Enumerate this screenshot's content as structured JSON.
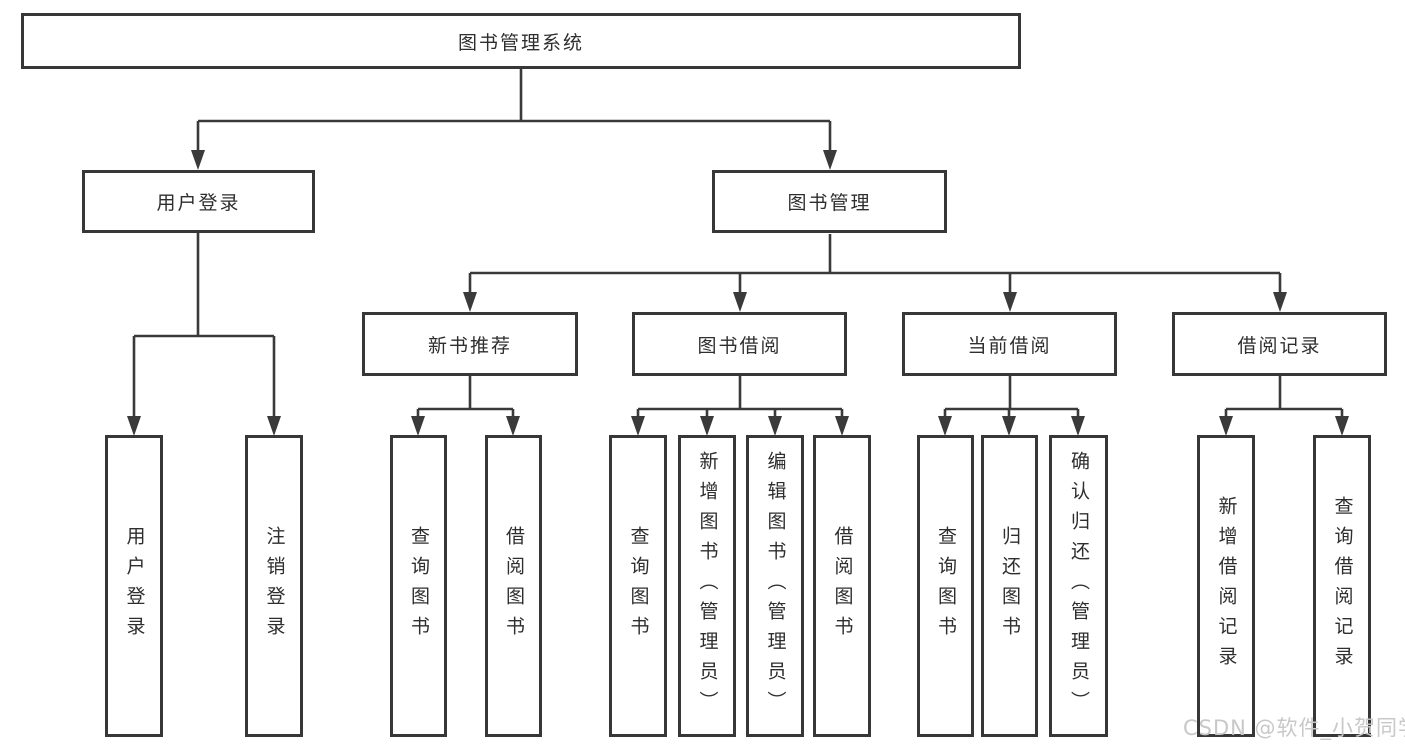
{
  "diagram": {
    "root": {
      "label": "图书管理系统"
    },
    "level2": [
      {
        "label": "用户登录"
      },
      {
        "label": "图书管理"
      }
    ],
    "level3": [
      {
        "label": "新书推荐"
      },
      {
        "label": "图书借阅"
      },
      {
        "label": "当前借阅"
      },
      {
        "label": "借阅记录"
      }
    ],
    "login_children": [
      "用户登录",
      "注销登录"
    ],
    "recommend_children": [
      "查询图书",
      "借阅图书"
    ],
    "borrow_children": [
      "查询图书",
      "新增图书（管理员）",
      "编辑图书（管理员）",
      "借阅图书"
    ],
    "current_children": [
      "查询图书",
      "归还图书",
      "确认归还（管理员）"
    ],
    "record_children": [
      "新增借阅记录",
      "查询借阅记录"
    ]
  },
  "watermark": {
    "text": "CSDN @软件_小贺同学"
  },
  "colors": {
    "line": "#3a3a3a",
    "box_border": "#373737",
    "text": "#2e2e2e",
    "watermark": "#c8c8c8",
    "background": "#ffffff"
  }
}
